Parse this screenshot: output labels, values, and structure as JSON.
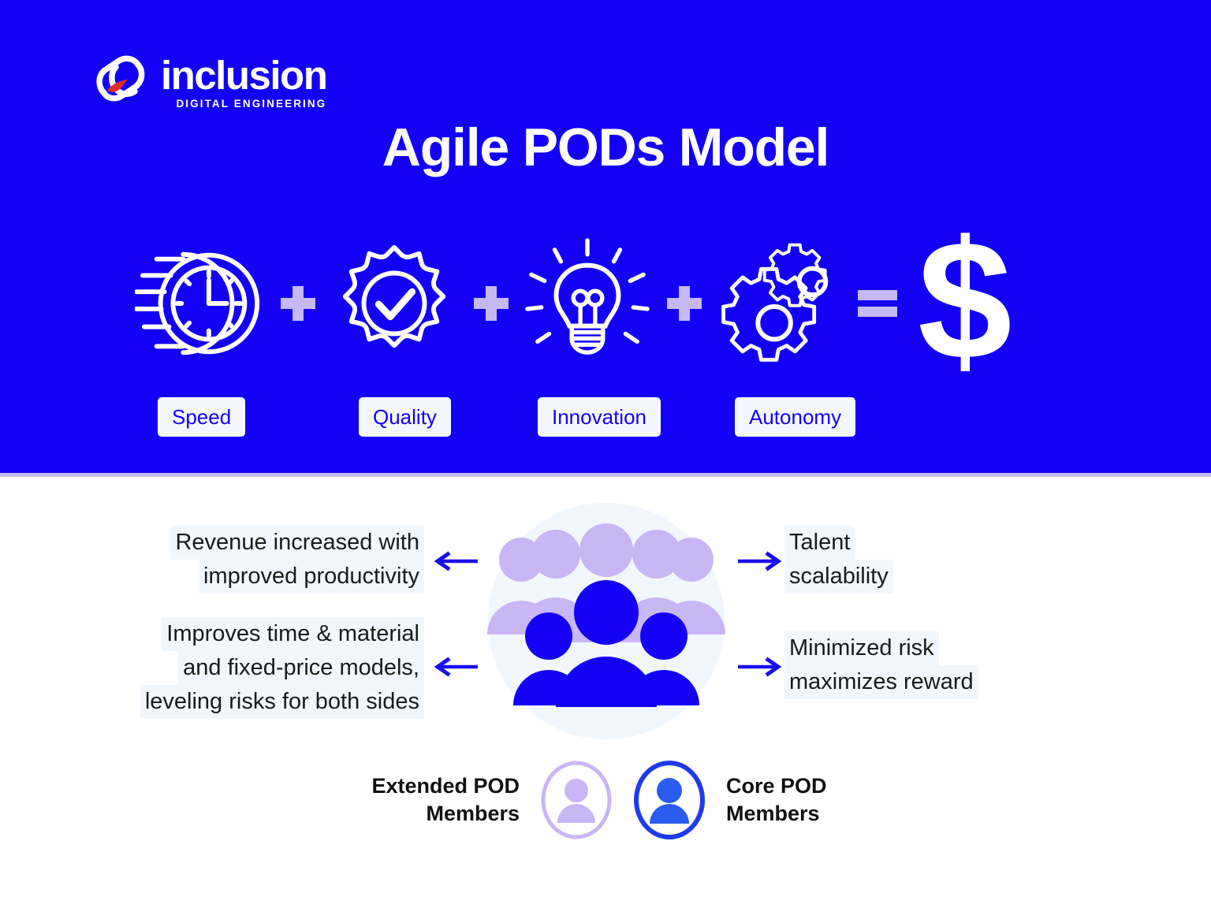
{
  "colors": {
    "brand_blue": "#1300F5",
    "accent_lavender": "#C5B8F5",
    "chip_bg": "#F4F8FE",
    "callout_bg": "#F2F7FD",
    "logo_red": "#E02B2B",
    "core_blue": "#1300F5",
    "extended_lavender": "#C9B6F5"
  },
  "hero": {
    "logo": {
      "wordmark": "inclusion",
      "tagline": "DIGITAL ENGINEERING",
      "mark_icon": "inclusion-swirl-logo-icon"
    },
    "title": "Agile PODs Model"
  },
  "equation": {
    "items": [
      {
        "icon": "speed-clock-icon",
        "label": "Speed"
      },
      {
        "icon": "quality-badge-check-icon",
        "label": "Quality"
      },
      {
        "icon": "innovation-lightbulb-icon",
        "label": "Innovation"
      },
      {
        "icon": "autonomy-gears-icon",
        "label": "Autonomy"
      }
    ],
    "operators": [
      "plus-icon",
      "plus-icon",
      "plus-icon"
    ],
    "equals": "equals-icon",
    "result": "$"
  },
  "benefits": {
    "left": [
      {
        "arrow": "arrow-left-icon",
        "lines": [
          "Revenue increased with",
          "improved productivity"
        ]
      },
      {
        "arrow": "arrow-left-icon",
        "lines": [
          "Improves time & material",
          "and fixed-price models,",
          "leveling risks for both sides"
        ]
      }
    ],
    "right": [
      {
        "arrow": "arrow-right-icon",
        "lines": [
          "Talent",
          "scalability"
        ]
      },
      {
        "arrow": "arrow-right-icon",
        "lines": [
          "Minimized risk",
          "maximizes reward"
        ]
      }
    ]
  },
  "cluster": {
    "icon": "pod-team-people-icon",
    "extended_members_count": 5,
    "core_members_count": 3
  },
  "legend": {
    "extended": {
      "line1": "Extended POD",
      "line2": "Members",
      "icon": "extended-member-avatar-icon"
    },
    "core": {
      "line1": "Core POD",
      "line2": "Members",
      "icon": "core-member-avatar-icon"
    }
  }
}
